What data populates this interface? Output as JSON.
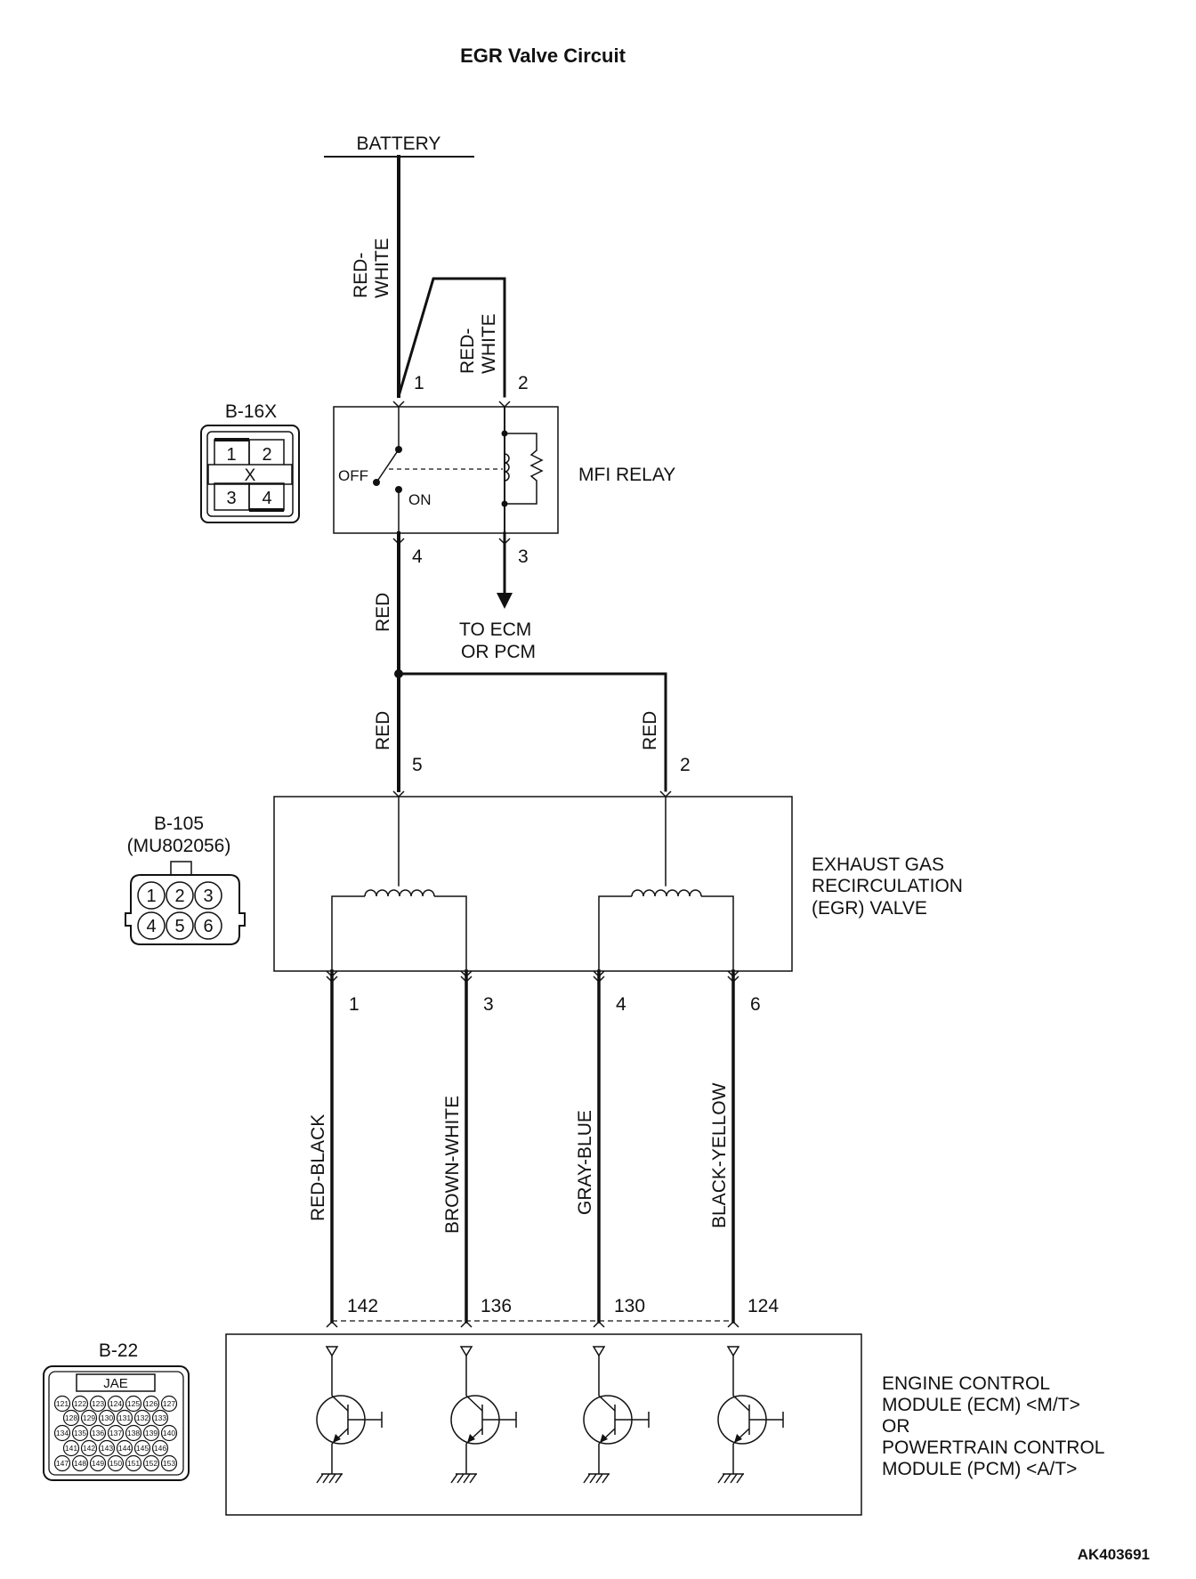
{
  "title": "EGR Valve Circuit",
  "battery": "BATTERY",
  "figure_id": "AK403691",
  "connectors": {
    "b16x": {
      "name": "B-16X",
      "pins": [
        "1",
        "2",
        "3",
        "4"
      ],
      "mark": "X"
    },
    "b105": {
      "name": "B-105",
      "part": "(MU802056)",
      "pins": [
        "1",
        "2",
        "3",
        "4",
        "5",
        "6"
      ]
    },
    "b22": {
      "name": "B-22",
      "maker": "JAE",
      "rows": [
        [
          "121",
          "122",
          "123",
          "124",
          "125",
          "126",
          "127"
        ],
        [
          "128",
          "129",
          "130",
          "131",
          "132",
          "133"
        ],
        [
          "134",
          "135",
          "136",
          "137",
          "138",
          "139",
          "140"
        ],
        [
          "141",
          "142",
          "143",
          "144",
          "145",
          "146"
        ],
        [
          "147",
          "148",
          "149",
          "150",
          "151",
          "152",
          "153"
        ]
      ]
    }
  },
  "relay": {
    "name": "MFI RELAY",
    "off": "OFF",
    "on": "ON",
    "pins": {
      "p1": "1",
      "p2": "2",
      "p3": "3",
      "p4": "4"
    },
    "to_ecm": [
      "TO ECM",
      "OR PCM"
    ]
  },
  "egr_valve": {
    "name": [
      "EXHAUST GAS",
      "RECIRCULATION",
      "(EGR) VALVE"
    ],
    "pins": {
      "p5": "5",
      "p2": "2",
      "p1": "1",
      "p3": "3",
      "p4": "4",
      "p6": "6"
    }
  },
  "ecm": {
    "name": [
      "ENGINE CONTROL",
      "MODULE (ECM) <M/T>",
      "OR",
      "POWERTRAIN CONTROL",
      "MODULE (PCM) <A/T>"
    ],
    "pins": [
      "142",
      "136",
      "130",
      "124"
    ]
  },
  "wires": {
    "battery_relay": [
      "RED-",
      "WHITE"
    ],
    "battery_coil": [
      "RED-",
      "WHITE"
    ],
    "relay_out": "RED",
    "egr_left": "RED",
    "egr_right": "RED",
    "sig1": "RED-BLACK",
    "sig3": "BROWN-WHITE",
    "sig4": "GRAY-BLUE",
    "sig6": "BLACK-YELLOW"
  }
}
